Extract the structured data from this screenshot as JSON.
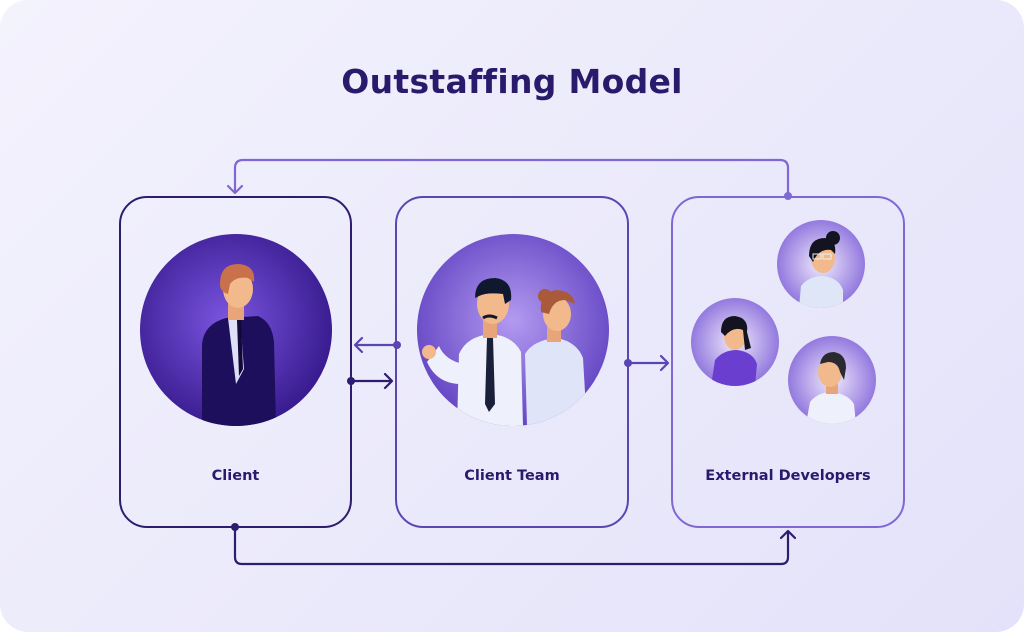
{
  "title": "Outstaffing Model",
  "colors": {
    "title": "#2a1a6b",
    "client_border": "#2e1c6e",
    "team_border": "#5b45b0",
    "external_border": "#8068d4",
    "avatar_dark": "#3a1f8f",
    "avatar_light": "#8a6ee0"
  },
  "nodes": [
    {
      "id": "client",
      "label": "Client",
      "people": 1
    },
    {
      "id": "client-team",
      "label": "Client Team",
      "people": 2
    },
    {
      "id": "external-developers",
      "label": "External Developers",
      "people": 3
    }
  ],
  "edges": [
    {
      "from": "external-developers",
      "to": "client",
      "route": "top loop"
    },
    {
      "from": "client-team",
      "to": "client",
      "route": "direct left"
    },
    {
      "from": "client",
      "to": "client-team",
      "route": "direct right"
    },
    {
      "from": "client-team",
      "to": "external-developers",
      "route": "direct right"
    },
    {
      "from": "client",
      "to": "external-developers",
      "route": "bottom loop"
    }
  ]
}
